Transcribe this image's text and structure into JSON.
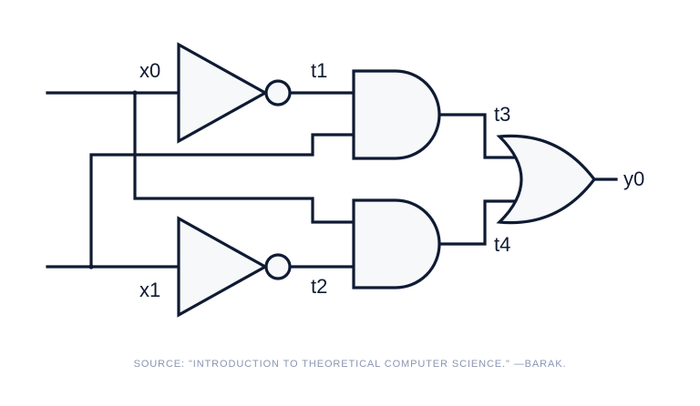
{
  "diagram": {
    "type": "logic-circuit",
    "labels": {
      "x0": "x0",
      "x1": "x1",
      "t1": "t1",
      "t2": "t2",
      "t3": "t3",
      "t4": "t4",
      "y0": "y0"
    },
    "gates": [
      {
        "id": "not-top",
        "kind": "NOT",
        "input": "x0",
        "output": "t1"
      },
      {
        "id": "not-bottom",
        "kind": "NOT",
        "input": "x1",
        "output": "t2"
      },
      {
        "id": "and-top",
        "kind": "AND",
        "inputs": [
          "t1",
          "x1"
        ],
        "output": "t3"
      },
      {
        "id": "and-bottom",
        "kind": "AND",
        "inputs": [
          "x0",
          "t2"
        ],
        "output": "t4"
      },
      {
        "id": "or-final",
        "kind": "OR",
        "inputs": [
          "t3",
          "t4"
        ],
        "output": "y0"
      }
    ],
    "source": "SOURCE: \"INTRODUCTION TO THEORETICAL COMPUTER SCIENCE.\" —BARAK."
  }
}
